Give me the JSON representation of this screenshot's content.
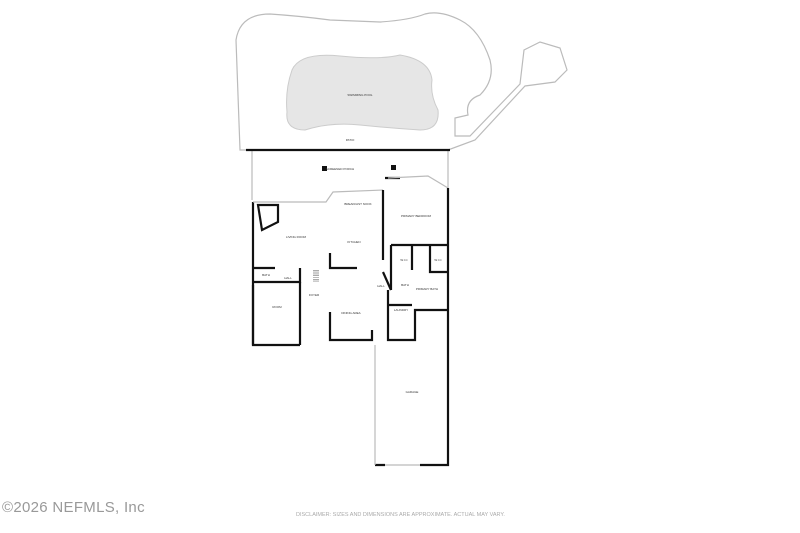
{
  "rooms": {
    "pool": "SWIMMING POOL",
    "patio": "PATIO",
    "porch": "SCREENED PORCH",
    "nook": "BREAKFAST NOOK",
    "primary_bedroom": "PRIMARY BEDROOM",
    "living": "LIVING ROOM",
    "kitchen": "KITCHEN",
    "wic1": "W.I.C",
    "wic2": "W.I.C",
    "bath1": "BATH",
    "hall1": "HALL",
    "room": "ROOM",
    "foyer": "FOYER",
    "dining": "DINING AREA",
    "hall2": "HALL",
    "bath2": "BATH",
    "primary_bath": "PRIMARY BATH",
    "laundry": "LAUNDRY",
    "garage": "GARAGE"
  },
  "footer": {
    "copyright": "©2026 NEFMLS, Inc",
    "disclaimer": "DISCLAIMER: SIZES AND DIMENSIONS ARE APPROXIMATE. ACTUAL MAY VARY."
  },
  "colors": {
    "wall": "#111111",
    "pool": "#e6e6e6",
    "outline": "#bbbbbb"
  }
}
